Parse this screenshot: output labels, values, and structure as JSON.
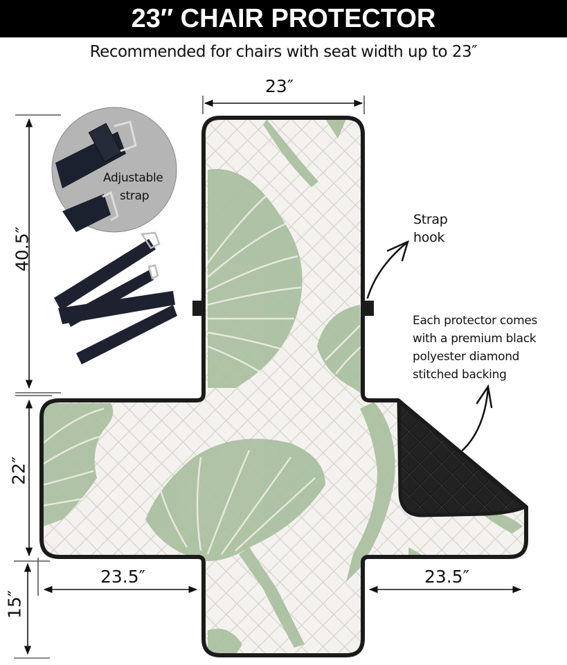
{
  "header": {
    "title": "23″ CHAIR PROTECTOR",
    "subtitle": "Recommended for chairs with seat width up to 23″"
  },
  "dimensions": {
    "top_width": "23″",
    "back_height": "40.5″",
    "seat_depth": "22″",
    "front_flap": "15″",
    "left_arm": "23.5″",
    "right_arm": "23.5″"
  },
  "callouts": {
    "adjustable_strap": [
      "Adjustable",
      "strap"
    ],
    "strap_hook": [
      "Strap",
      "hook"
    ],
    "backing_note": [
      "Each protector comes",
      "with a premium black",
      "polyester diamond",
      "stitched backing"
    ]
  },
  "colors": {
    "fabric": "#ece9e4",
    "leaf": "#a9bf9f",
    "leaf_vein": "#f1efe8",
    "outline": "#1b1b1b",
    "backing": "#1a1a1a",
    "circle_bg": "#b5b5b5",
    "strap": "#1c2130"
  }
}
